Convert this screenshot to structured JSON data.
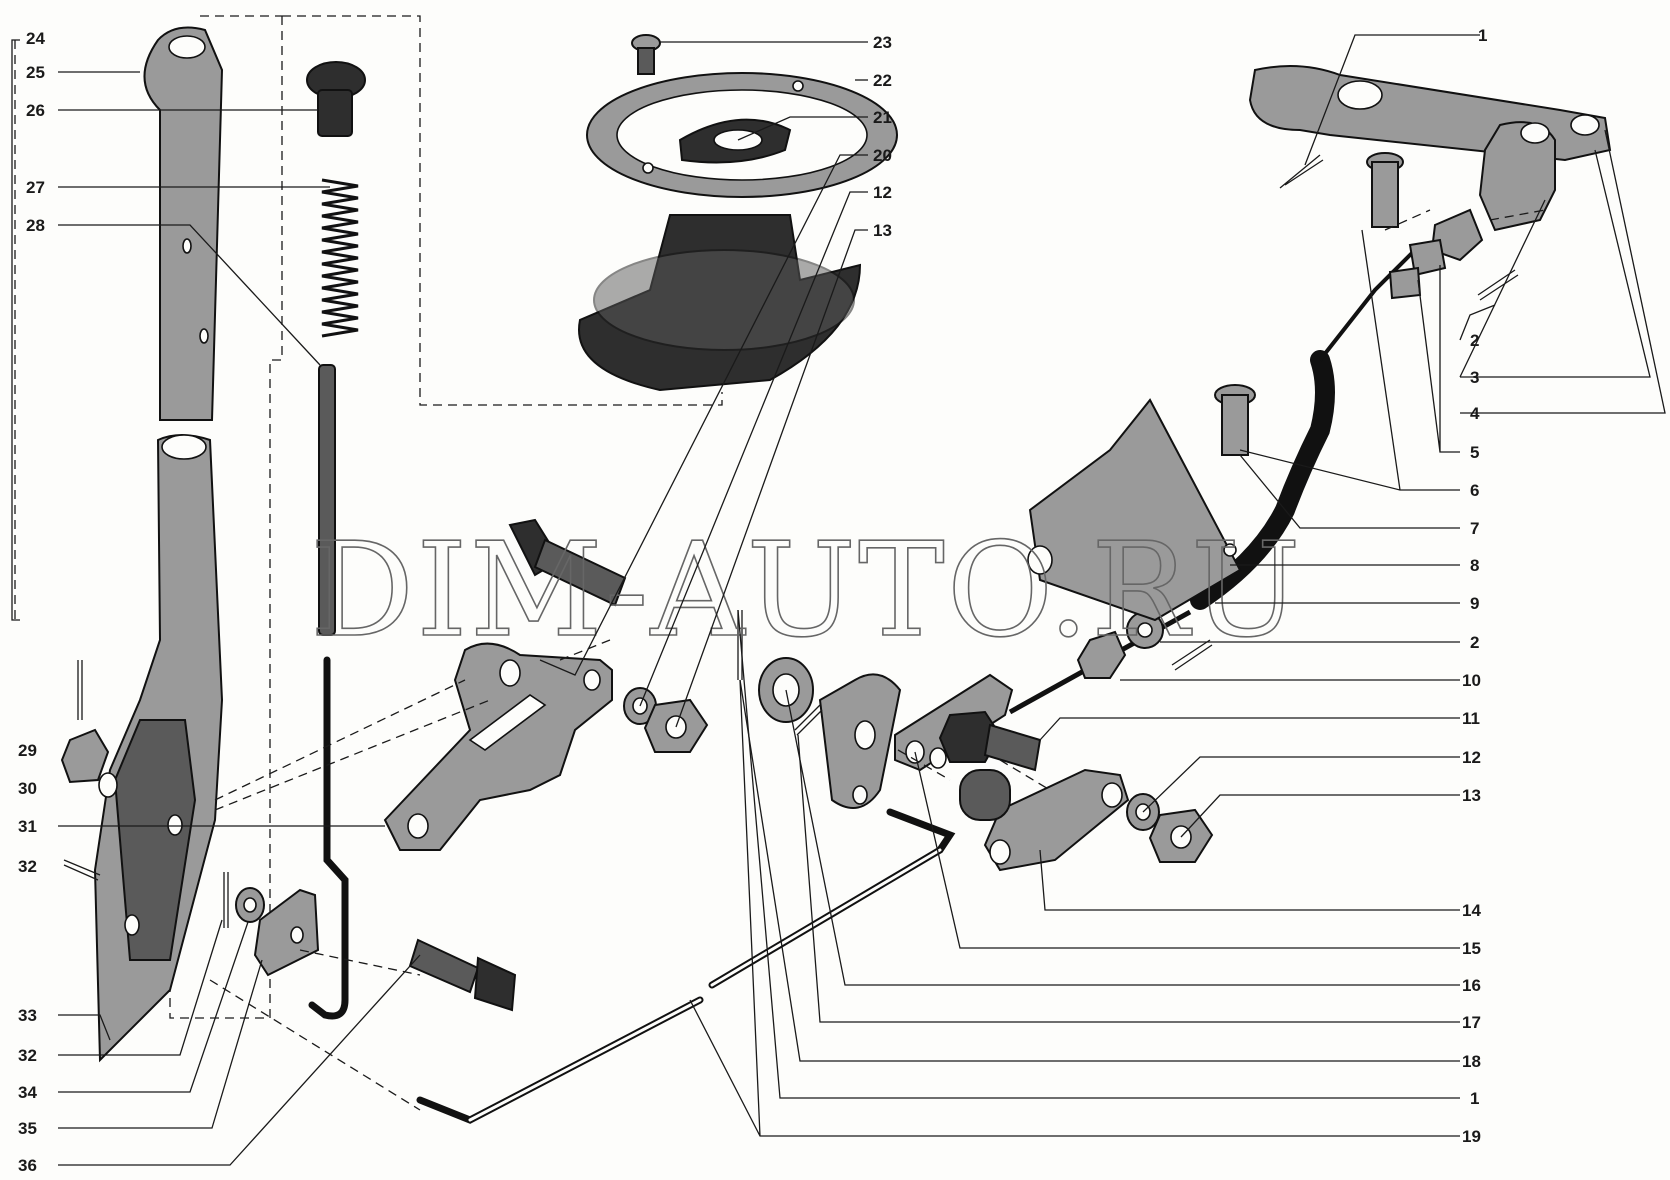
{
  "watermark": "DIM-AUTO.RU",
  "labels": {
    "l1a": "1",
    "l23": "23",
    "l22": "22",
    "l21": "21",
    "l20": "20",
    "l12a": "12",
    "l13a": "13",
    "l2a": "2",
    "l3": "3",
    "l4": "4",
    "l5": "5",
    "l6": "6",
    "l7": "7",
    "l8": "8",
    "l9": "9",
    "l2b": "2",
    "l10": "10",
    "l11": "11",
    "l12b": "12",
    "l13b": "13",
    "l14": "14",
    "l15": "15",
    "l16": "16",
    "l17": "17",
    "l18": "18",
    "l1b": "1",
    "l19": "19",
    "l24": "24",
    "l25": "25",
    "l26": "26",
    "l27": "27",
    "l28": "28",
    "l29": "29",
    "l30": "30",
    "l31": "31",
    "l32a": "32",
    "l33": "33",
    "l32b": "32",
    "l34": "34",
    "l35": "35",
    "l36": "36"
  }
}
